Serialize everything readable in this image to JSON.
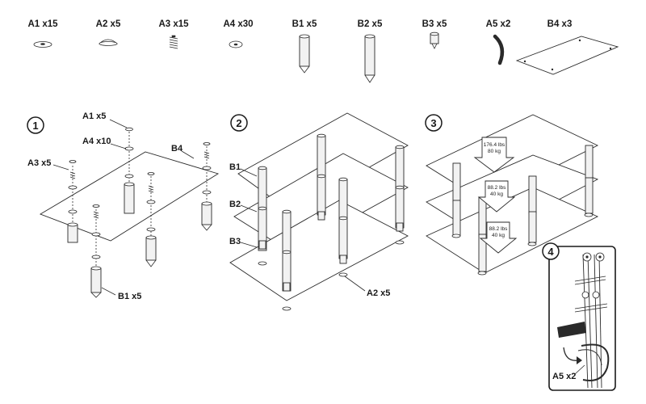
{
  "parts": [
    {
      "id": "A1",
      "label": "A1 x15"
    },
    {
      "id": "A2",
      "label": "A2 x5"
    },
    {
      "id": "A3",
      "label": "A3 x15"
    },
    {
      "id": "A4",
      "label": "A4 x30"
    },
    {
      "id": "B1",
      "label": "B1 x5"
    },
    {
      "id": "B2",
      "label": "B2 x5"
    },
    {
      "id": "B3",
      "label": "B3 x5"
    },
    {
      "id": "A5",
      "label": "A5 x2"
    },
    {
      "id": "B4",
      "label": "B4 x3"
    }
  ],
  "steps": {
    "s1": {
      "number": "1",
      "labels": {
        "a1": "A1 x5",
        "a4": "A4 x10",
        "b4": "B4",
        "a3": "A3 x5",
        "b1": "B1 x5"
      }
    },
    "s2": {
      "number": "2",
      "labels": {
        "b1": "B1",
        "b2": "B2",
        "b3": "B3",
        "a2": "A2 x5"
      }
    },
    "s3": {
      "number": "3",
      "loads": [
        {
          "lbs": "176.4 lbs",
          "kg": "80 kg"
        },
        {
          "lbs": "88.2 lbs",
          "kg": "40 kg"
        },
        {
          "lbs": "88.2 lbs",
          "kg": "40 kg"
        }
      ]
    },
    "s4": {
      "number": "4",
      "labels": {
        "a5": "A5 x2"
      }
    }
  }
}
